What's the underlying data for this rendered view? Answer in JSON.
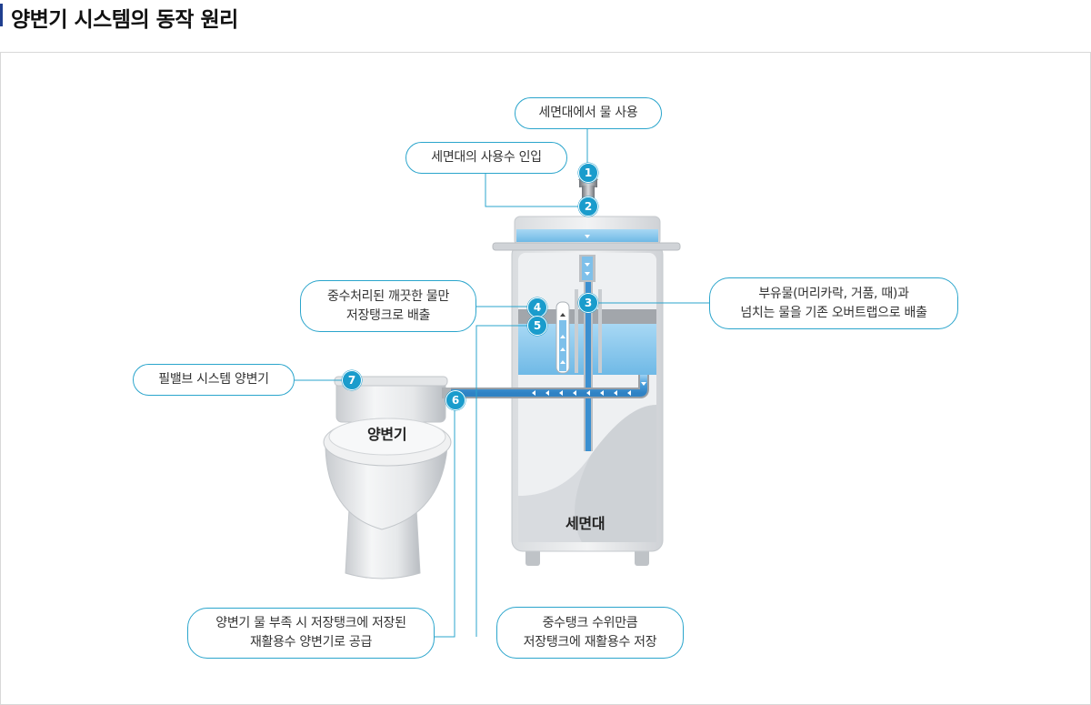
{
  "page": {
    "title": "양변기 시스템의 동작 원리"
  },
  "diagram": {
    "toilet_label": "양변기",
    "sink_label": "세면대",
    "callouts": [
      {
        "id": "sink-use",
        "lines": [
          "세면대에서 물 사용"
        ]
      },
      {
        "id": "inflow",
        "lines": [
          "세면대의 사용수 인입"
        ]
      },
      {
        "id": "treated-discharge",
        "lines": [
          "중수처리된 깨끗한 물만",
          "저장탱크로 배출"
        ]
      },
      {
        "id": "overflow",
        "lines": [
          "부유물(머리카락, 거품, 때)과",
          "넘치는 물을 기존 오버트랩으로 배출"
        ]
      },
      {
        "id": "fill-valve",
        "lines": [
          "필밸브 시스템 양변기"
        ]
      },
      {
        "id": "toilet-supply",
        "lines": [
          "양변기 물 부족 시 저장탱크에 저장된",
          "재활용수 양변기로 공급"
        ]
      },
      {
        "id": "tank-storage",
        "lines": [
          "중수탱크 수위만큼",
          "저장탱크에 재활용수 저장"
        ]
      }
    ],
    "badges": [
      "1",
      "2",
      "3",
      "4",
      "5",
      "6",
      "7"
    ],
    "colors": {
      "accent": "#1a9ccc",
      "water": "#7cc3ec",
      "water_dark": "#3a8fd0",
      "leader_line": "#2ba5cc"
    }
  }
}
